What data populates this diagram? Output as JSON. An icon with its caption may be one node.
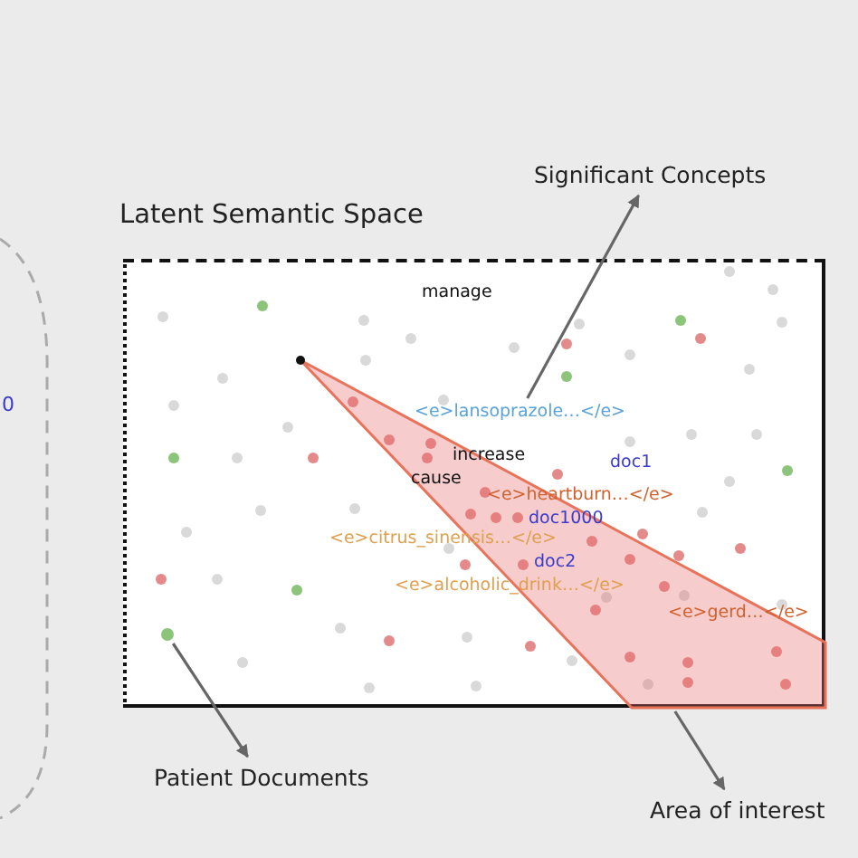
{
  "diagram": {
    "nodes": [
      {
        "text": [
          "Significant Concepts"
        ]
      },
      {
        "text": [
          "Latent Semantic Space"
        ]
      },
      {
        "text": [
          "<e>lansoprazole…</e>"
        ],
        "in": 1
      },
      {
        "text": [],
        "shape": "triangle",
        "in": 1
      },
      {
        "text": [],
        "shape": "circle",
        "in": 1
      },
      {
        "text": [
          "Patient Documents"
        ]
      },
      {
        "text": [
          "Area of interest"
        ]
      }
    ],
    "edges": [
      {
        "from": 2,
        "to": 0,
        "arrow": "to"
      },
      {
        "from": 4,
        "to": 5,
        "arrow": "to"
      },
      {
        "from": 3,
        "to": 6,
        "arrow": "to"
      }
    ],
    "labels": [
      "0",
      "manage",
      "increase",
      "cause",
      "doc1",
      "<e>heartburn…</e>",
      "doc1000",
      "<e>citrus_sinensis…</e>",
      "doc2",
      "<e>alcoholic_drink…</e>",
      "<e>gerd…</e>"
    ]
  }
}
